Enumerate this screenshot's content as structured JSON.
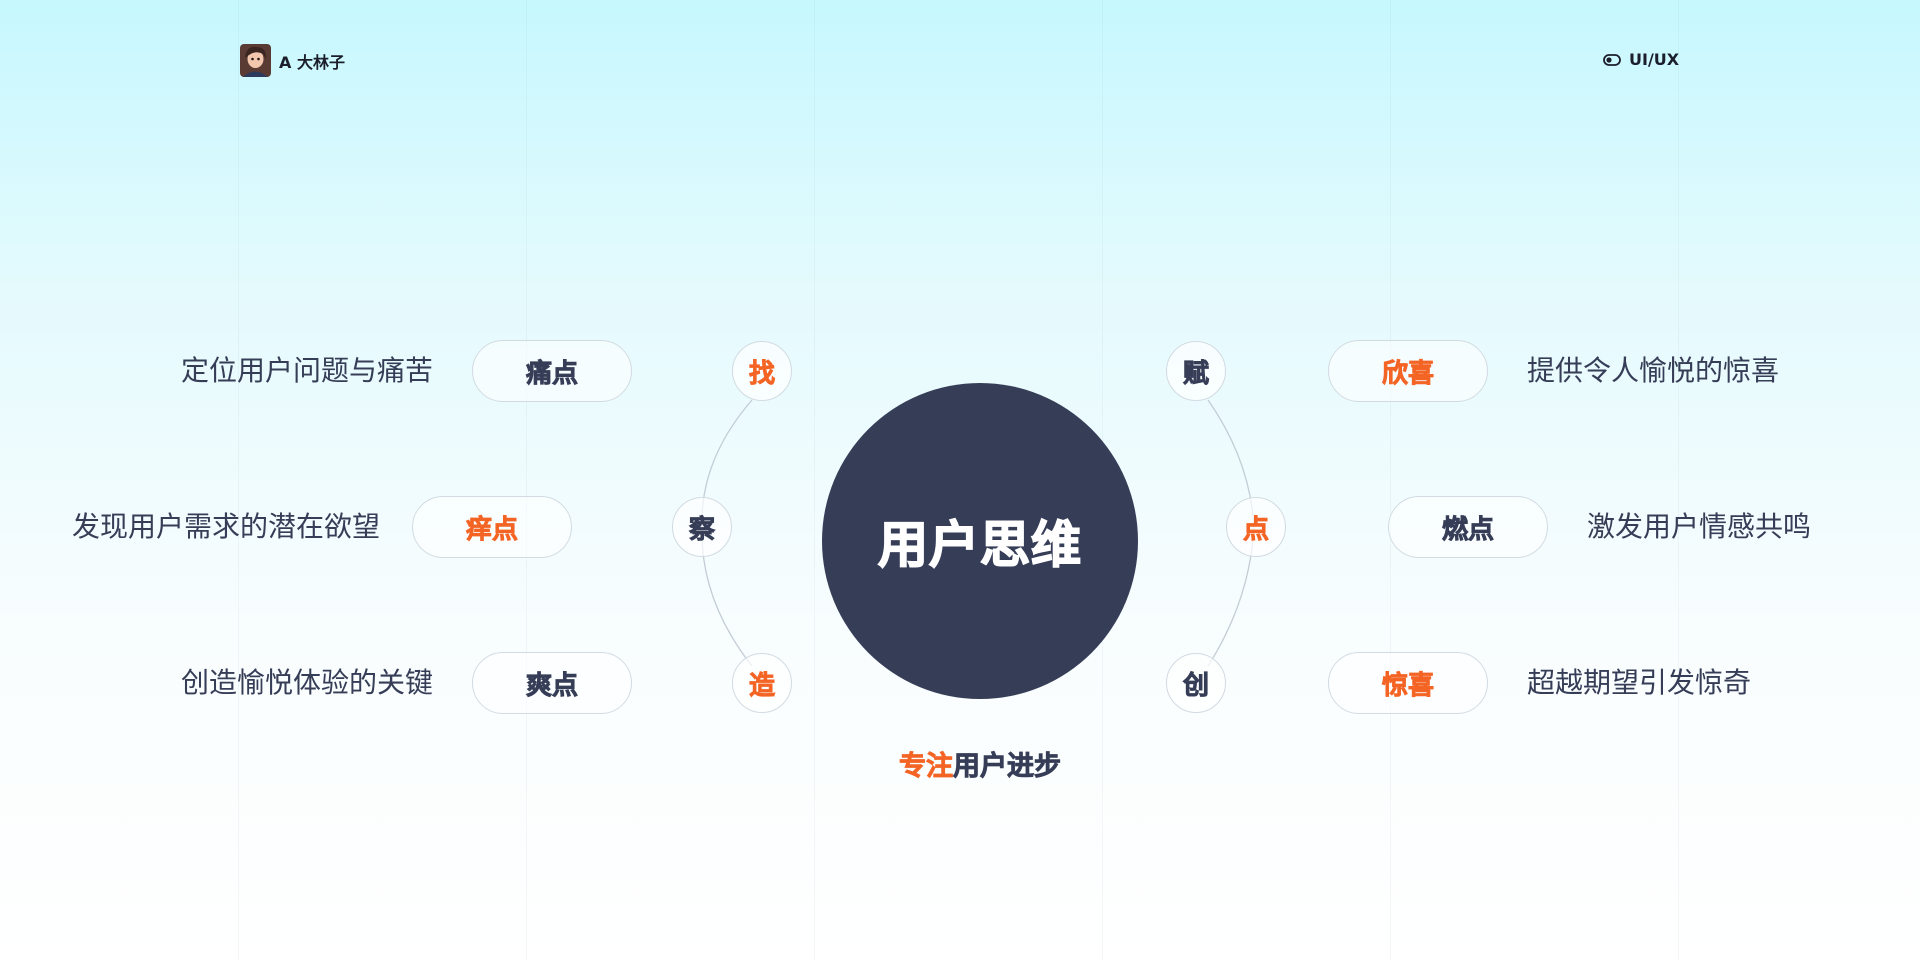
{
  "brand": {
    "name": "A 大林子",
    "avatar_icon": "avatar-portrait-icon"
  },
  "tag": {
    "label": "UI/UX",
    "icon": "toggle-icon"
  },
  "center": {
    "title": "用户思维"
  },
  "nodes": {
    "left_top": "找",
    "left_mid": "察",
    "left_bottom": "造",
    "right_top": "赋",
    "right_mid": "点",
    "right_bottom": "创"
  },
  "left_items": [
    {
      "label": "痛点",
      "description": "定位用户问题与痛苦"
    },
    {
      "label": "痒点",
      "description": "发现用户需求的潜在欲望"
    },
    {
      "label": "爽点",
      "description": "创造愉悦体验的关键"
    }
  ],
  "right_items": [
    {
      "label": "欣喜",
      "description": "提供令人愉悦的惊喜"
    },
    {
      "label": "燃点",
      "description": "激发用户情感共鸣"
    },
    {
      "label": "惊喜",
      "description": "超越期望引发惊奇"
    }
  ],
  "slogan": {
    "highlight": "专注",
    "rest": "用户进步"
  },
  "colors": {
    "accent": "#f36425",
    "navy": "#363d57",
    "background_top": "#c6f8fe",
    "background_bottom": "#ffffff"
  }
}
